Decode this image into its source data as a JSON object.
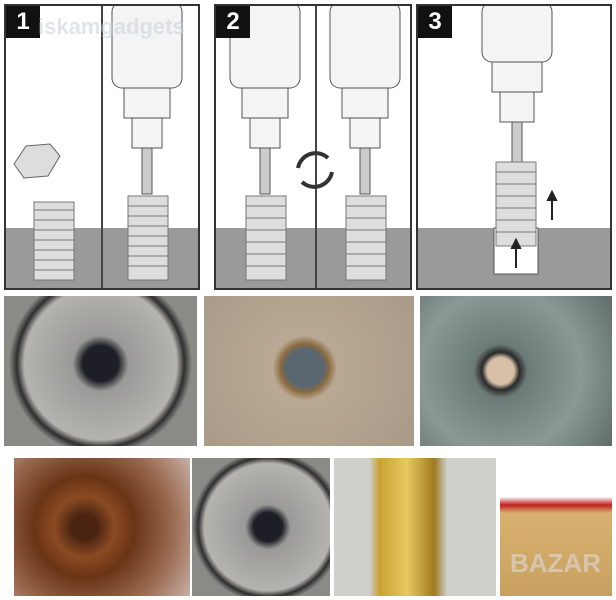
{
  "steps": [
    {
      "number": "1"
    },
    {
      "number": "2"
    },
    {
      "number": "3"
    }
  ],
  "watermarks": {
    "top": "iskamgadgets",
    "bottom": "BAZAR"
  },
  "colors": {
    "ground": "#9a9a9a",
    "thread": "#e6e6e6",
    "rust": "#7a3a18",
    "brass": "#c9a132"
  }
}
